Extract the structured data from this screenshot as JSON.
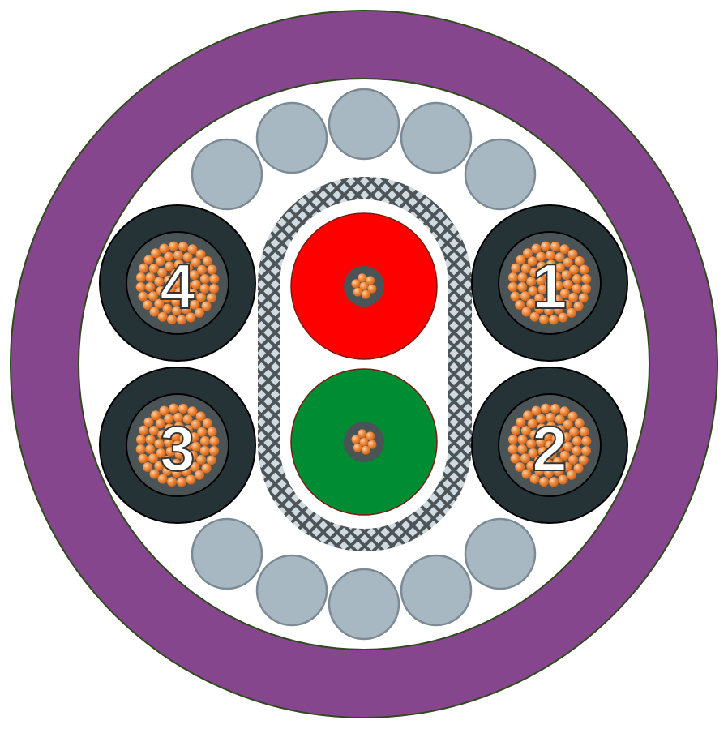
{
  "diagram": {
    "type": "cable cross-section",
    "colors": {
      "jacket": "#86468d",
      "jacket_stroke": "#2f4a1c",
      "filler": "#a8b8c3",
      "filler_stroke": "#7b8a93",
      "core_insulation": "#263336",
      "strand": "#f08a3c",
      "strand_bg": "#4a5356",
      "braid": "#4d5558",
      "braid_bg": "#cfdbe1",
      "pair_core_1": "#ff0000",
      "pair_core_2": "#008c33"
    },
    "cores": [
      {
        "label": "1",
        "position": "right-top"
      },
      {
        "label": "2",
        "position": "right-bottom"
      },
      {
        "label": "3",
        "position": "left-bottom"
      },
      {
        "label": "4",
        "position": "left-top"
      }
    ],
    "shielded_pair": [
      {
        "color_name": "red"
      },
      {
        "color_name": "green"
      }
    ]
  }
}
